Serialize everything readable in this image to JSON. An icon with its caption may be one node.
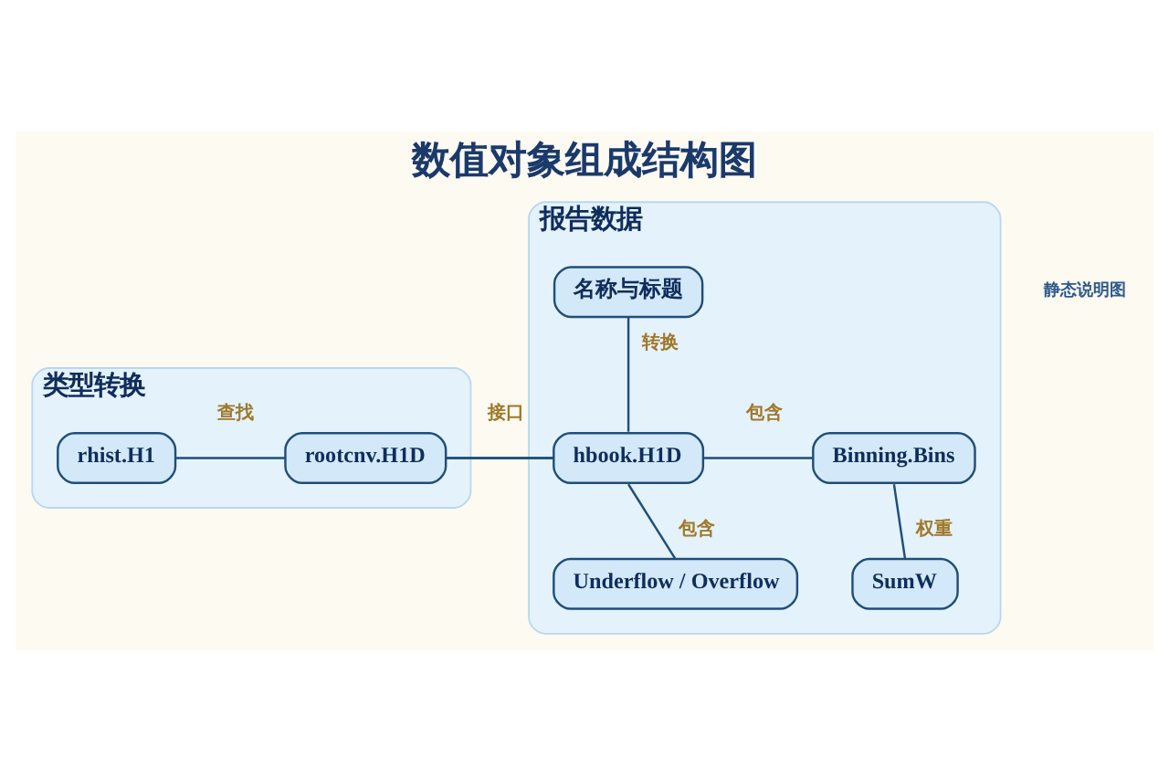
{
  "diagram": {
    "title": "数值对象组成结构图",
    "nodes": [
      {
        "text": [
          "类型转换"
        ]
      },
      {
        "text": [
          "rhist.H1"
        ],
        "in": 0
      },
      {
        "text": [
          "rootcnv.H1D"
        ],
        "in": 0
      },
      {
        "text": [
          "报告数据"
        ]
      },
      {
        "text": [
          "名称与标题"
        ],
        "in": 3
      },
      {
        "text": [
          "hbook.H1D"
        ],
        "in": 3
      },
      {
        "text": [
          "Binning.Bins"
        ],
        "in": 3
      },
      {
        "text": [
          "Underflow / Overflow"
        ],
        "in": 3
      },
      {
        "text": [
          "SumW"
        ],
        "in": 3
      }
    ],
    "edges": [
      {
        "from": 1,
        "to": 2,
        "arrow": "none",
        "label": "查找"
      },
      {
        "from": 2,
        "to": 5,
        "arrow": "none",
        "label": "接口"
      },
      {
        "from": 4,
        "to": 5,
        "arrow": "none",
        "label": "转换"
      },
      {
        "from": 5,
        "to": 6,
        "arrow": "none",
        "label": "包含"
      },
      {
        "from": 5,
        "to": 7,
        "arrow": "none",
        "label": "包含"
      },
      {
        "from": 6,
        "to": 8,
        "arrow": "none",
        "label": "权重"
      }
    ],
    "labels": [
      "静态说明图"
    ]
  }
}
